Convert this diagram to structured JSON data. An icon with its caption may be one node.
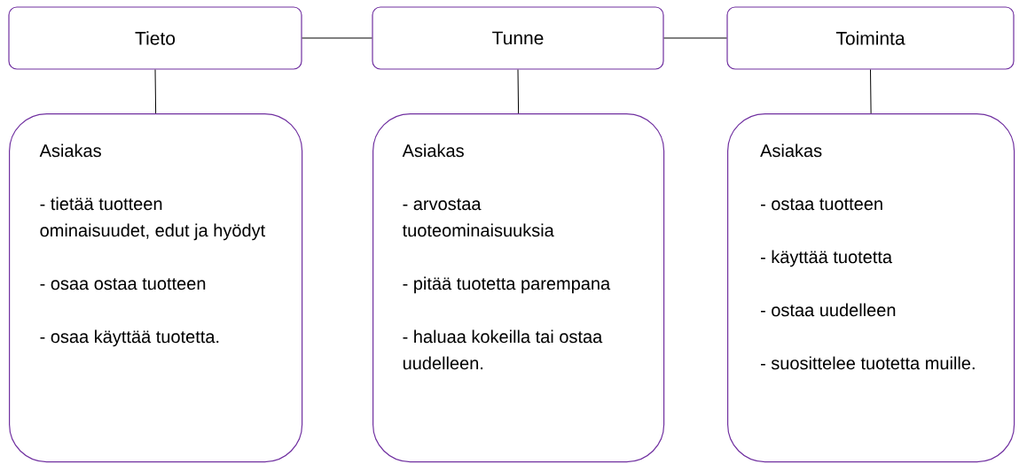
{
  "diagram": {
    "nodes": [
      {
        "text": [
          "Tieto"
        ]
      },
      {
        "text": [
          "Tunne"
        ]
      },
      {
        "text": [
          "Toiminta"
        ]
      },
      {
        "text": [
          "Asiakas",
          "- tietää tuotteen ominaisuudet, edut ja hyödyt",
          "- osaa ostaa tuotteen",
          "- osaa käyttää tuotetta."
        ]
      },
      {
        "text": [
          "Asiakas",
          "- arvostaa tuoteominaisuuksia",
          "- pitää tuotetta parempana",
          "- haluaa kokeilla tai ostaa uudelleen."
        ]
      },
      {
        "text": [
          "Asiakas",
          "- ostaa tuotteen",
          "- käyttää tuotetta",
          "- ostaa uudelleen",
          "- suosittelee tuotetta muille."
        ]
      }
    ],
    "edges": [
      {
        "from": 0,
        "to": 1,
        "arrow": "none"
      },
      {
        "from": 1,
        "to": 2,
        "arrow": "none"
      },
      {
        "from": 0,
        "to": 3,
        "arrow": "none"
      },
      {
        "from": 1,
        "to": 4,
        "arrow": "none"
      },
      {
        "from": 2,
        "to": 5,
        "arrow": "none"
      }
    ]
  }
}
